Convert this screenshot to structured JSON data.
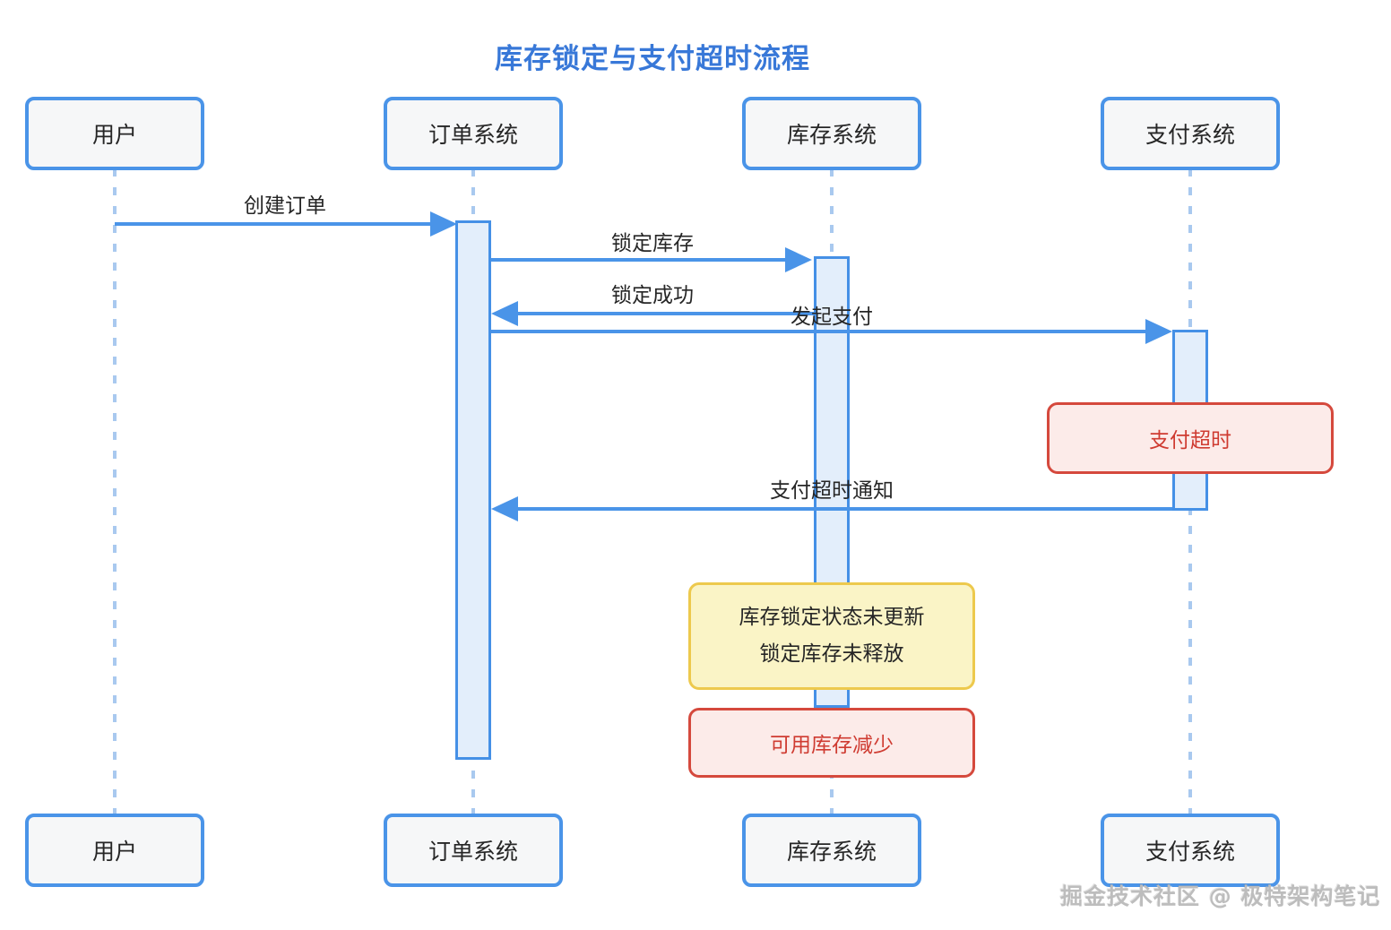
{
  "title": "库存锁定与支付超时流程",
  "diagram_type": "sequence",
  "actors": [
    {
      "label": "用户"
    },
    {
      "label": "订单系统"
    },
    {
      "label": "库存系统"
    },
    {
      "label": "支付系统"
    }
  ],
  "messages": [
    {
      "label": "创建订单",
      "from": "用户",
      "to": "订单系统",
      "direction": "right"
    },
    {
      "label": "锁定库存",
      "from": "订单系统",
      "to": "库存系统",
      "direction": "right"
    },
    {
      "label": "锁定成功",
      "from": "库存系统",
      "to": "订单系统",
      "direction": "left"
    },
    {
      "label": "发起支付",
      "from": "订单系统",
      "to": "支付系统",
      "direction": "right"
    },
    {
      "label": "支付超时通知",
      "from": "支付系统",
      "to": "订单系统",
      "direction": "left"
    }
  ],
  "notes": [
    {
      "label": "支付超时",
      "type": "error",
      "on": "支付系统"
    },
    {
      "line1": "库存锁定状态未更新",
      "line2": "锁定库存未释放",
      "type": "warning",
      "on": "库存系统"
    },
    {
      "label": "可用库存减少",
      "type": "error",
      "on": "库存系统"
    }
  ],
  "watermark": "掘金技术社区 @ 极特架构笔记",
  "colors": {
    "accent_blue": "#4a94e8",
    "title_blue": "#3878d8",
    "activation_fill": "#e3eefb",
    "activation_border": "#4590e6",
    "lifeline_blue": "#a9c9ef",
    "actor_fill": "#f6f7f8",
    "error_fill": "#fcebe9",
    "error_border": "#d5493d",
    "error_text": "#cf3b31",
    "warning_fill": "#faf4c6",
    "warning_border": "#edc94d",
    "text_dark": "#262626",
    "watermark_gray": "#bdbdbd"
  }
}
